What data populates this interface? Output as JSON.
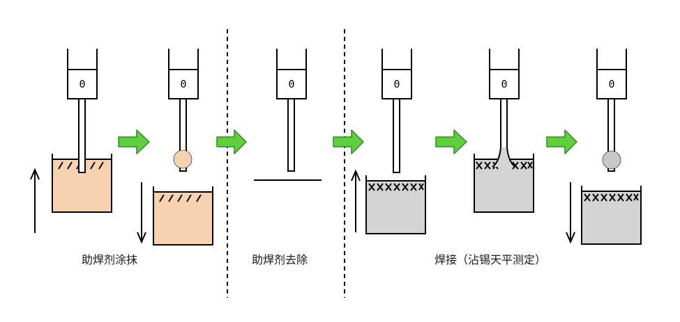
{
  "stages": [
    {
      "caption": "助焊剂涂抹"
    },
    {
      "caption": "助焊剂去除"
    },
    {
      "caption": "焊接（沾锡天平测定）"
    }
  ],
  "balance_readings": [
    "0",
    "0",
    "0",
    "0",
    "0",
    "0"
  ],
  "colors": {
    "flux": "#f6d2b1",
    "solder": "#d4d4d4",
    "solder_ball": "#c8c8c8",
    "arrow_green": "#5fcf3c",
    "arrow_green_border": "#2e8b22",
    "ink": "#000000"
  },
  "icons": [
    "arrow-right-icon",
    "arrow-up-icon",
    "arrow-down-icon"
  ]
}
